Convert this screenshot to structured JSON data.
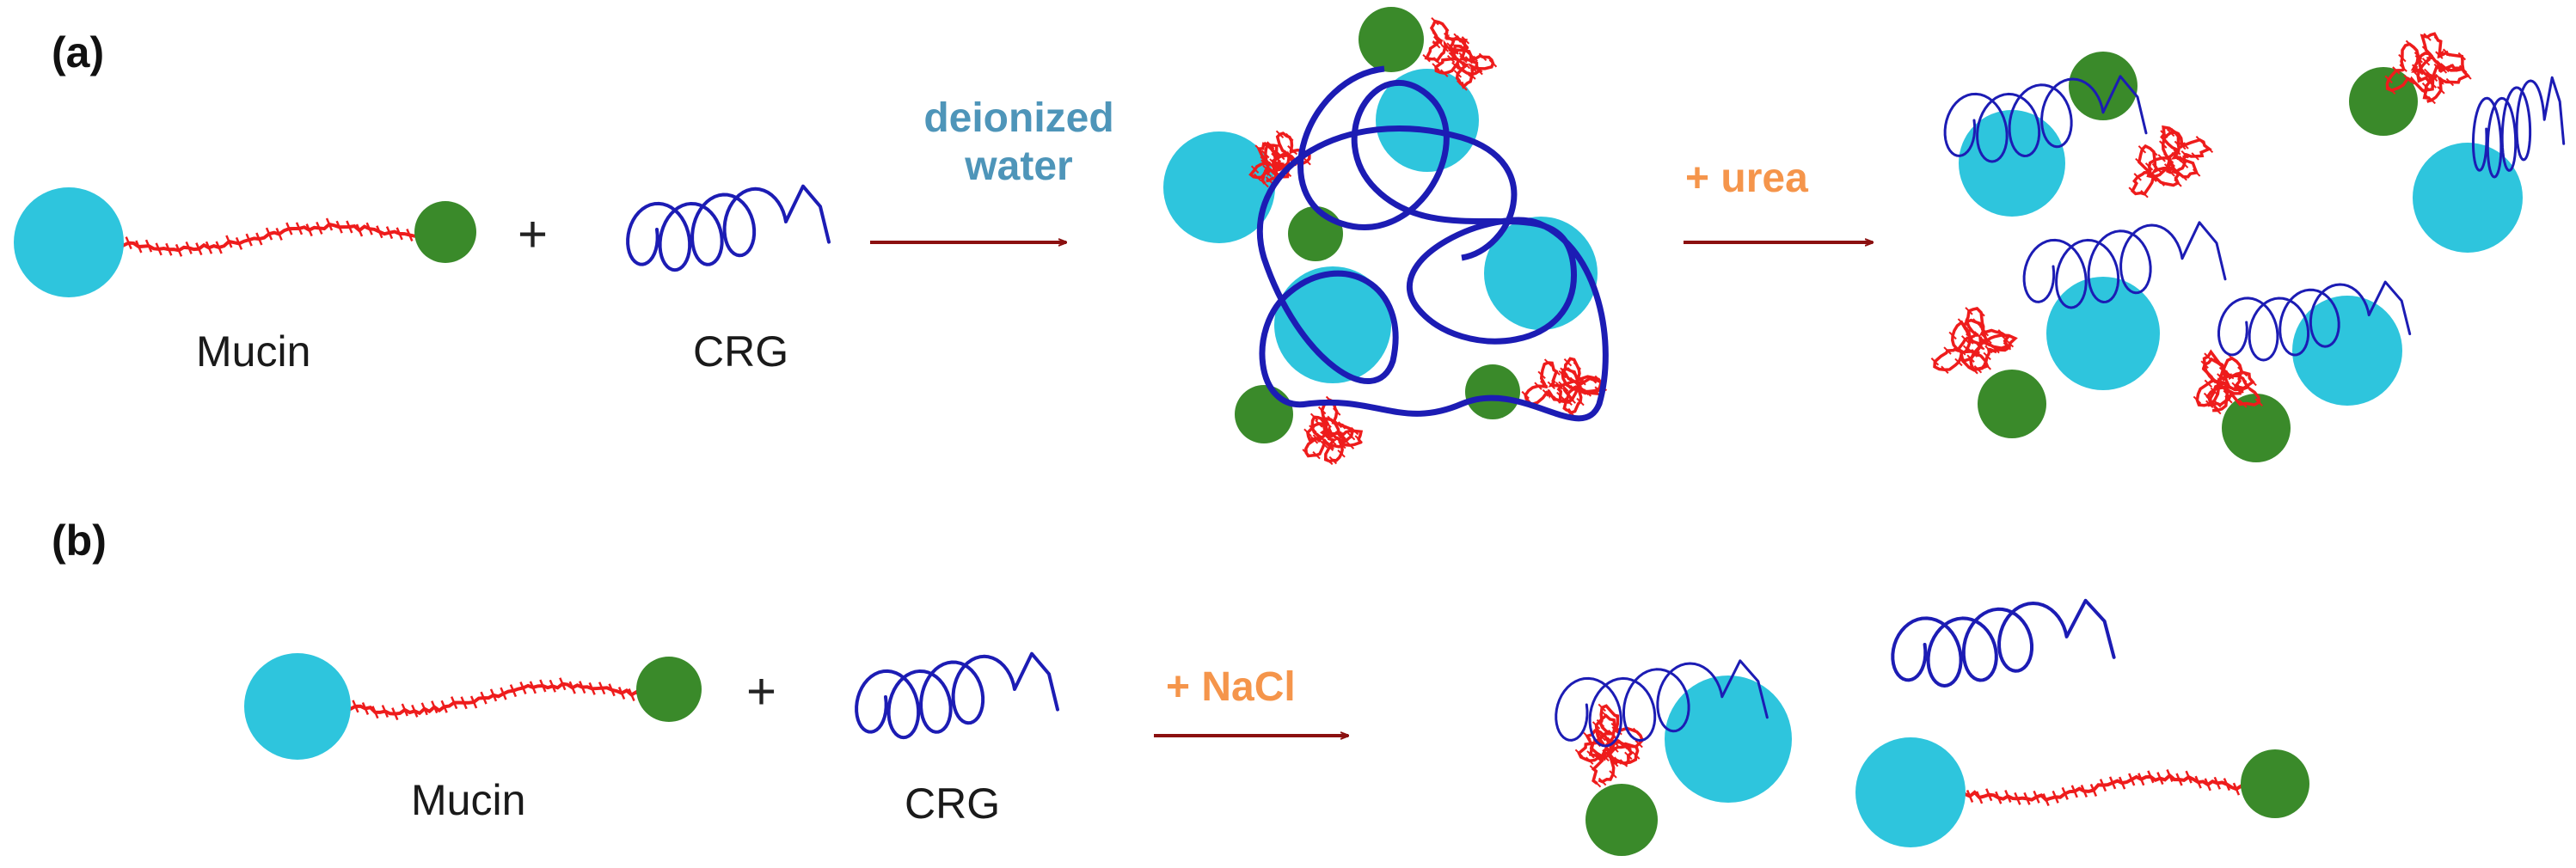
{
  "panels": [
    {
      "label": "(a)",
      "mucin_label": "Mucin",
      "crg_label": "CRG",
      "plus": "+",
      "conditions": [
        {
          "line1": "deionized",
          "line2": "water"
        },
        {
          "text": "+ urea"
        }
      ]
    },
    {
      "label": "(b)",
      "mucin_label": "Mucin",
      "crg_label": "CRG",
      "plus": "+",
      "conditions": [
        {
          "text": "+ NaCl"
        }
      ]
    }
  ],
  "colors": {
    "mucin_head": "#2ec5dd",
    "mucin_tail": "#3a8a2a",
    "mucin_chain": "#ee1c1c",
    "crg": "#1c1cb4",
    "arrow": "#8b1010",
    "condition_water": "#4e95b9",
    "condition_salt": "#f5954b"
  }
}
